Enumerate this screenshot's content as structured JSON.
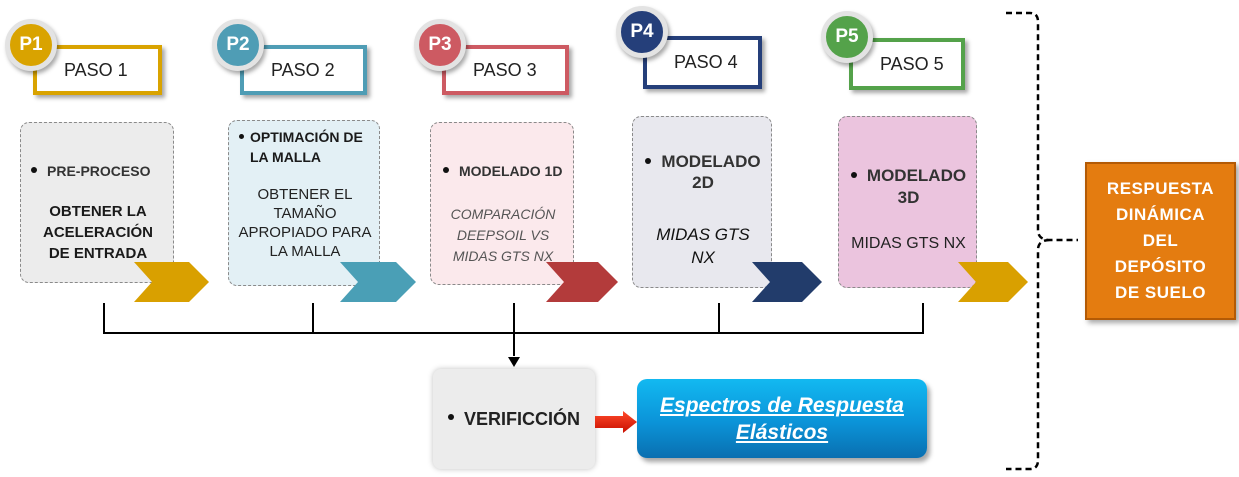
{
  "colors": {
    "p1": "#d9a300",
    "p2": "#4f9db5",
    "p3": "#cd5a62",
    "p4": "#253f7a",
    "p5": "#54a24a",
    "chev1": "#d9a000",
    "chev2": "#4a9fb6",
    "chev3": "#b33b3b",
    "chev4": "#223c6b",
    "chev5": "#d9a000",
    "result": "#e47c10",
    "spectra": "#0b93d8"
  },
  "steps": [
    {
      "badge": "P1",
      "label": "PASO 1",
      "icon": "chevron-arrow-icon",
      "lines": [
        "PRE-PROCESO",
        "OBTENER LA",
        "ACELERACIÓN",
        "DE ENTRADA"
      ]
    },
    {
      "badge": "P2",
      "label": "PASO 2",
      "icon": "chevron-arrow-icon",
      "lines": [
        "OPTIMACIÓN DE",
        "LA MALLA",
        "OBTENER EL",
        "TAMAÑO",
        "APROPIADO PARA",
        "LA MALLA"
      ]
    },
    {
      "badge": "P3",
      "label": "PASO 3",
      "icon": "chevron-arrow-icon",
      "lines": [
        "MODELADO 1D",
        "COMPARACIÓN",
        "DEEPSOIL VS",
        "MIDAS GTS NX"
      ]
    },
    {
      "badge": "P4",
      "label": "PASO 4",
      "icon": "chevron-arrow-icon",
      "lines": [
        "MODELADO",
        "2D",
        "MIDAS GTS",
        "NX"
      ]
    },
    {
      "badge": "P5",
      "label": "PASO 5",
      "icon": "chevron-arrow-icon",
      "lines": [
        "MODELADO",
        "3D",
        "MIDAS GTS NX"
      ]
    }
  ],
  "verification": "VERIFICCIÓN",
  "spectra": [
    "Espectros de Respuesta",
    "Elásticos"
  ],
  "result": [
    "RESPUESTA",
    "DINÁMICA",
    "DEL",
    "DEPÓSITO",
    "DE SUELO"
  ]
}
